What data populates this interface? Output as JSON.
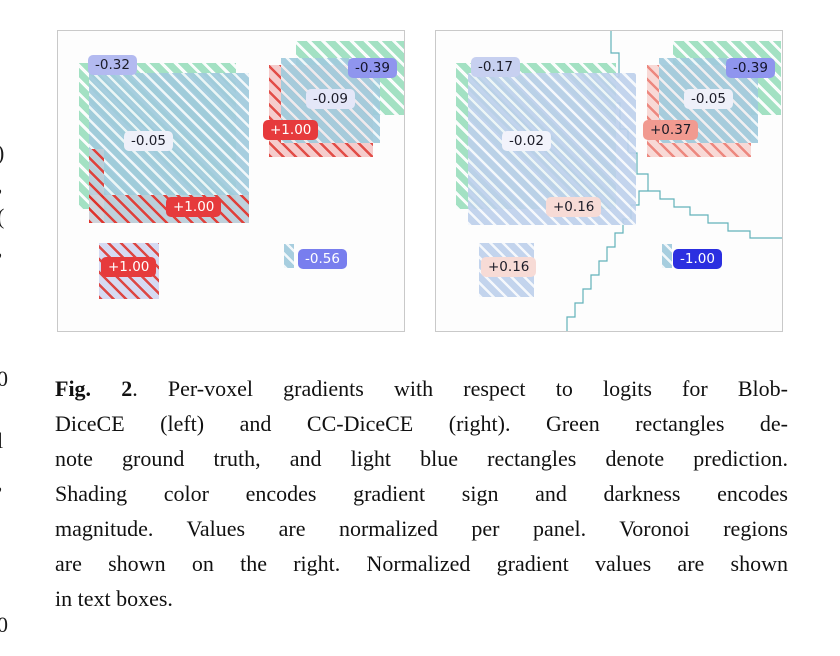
{
  "caption": {
    "label": "Fig. 2",
    "lines": [
      ".  Per-voxel gradients with respect to logits for Blob-",
      "DiceCE (left) and CC-DiceCE (right). Green rectangles de-",
      "note ground truth, and light blue rectangles denote prediction.",
      "Shading color encodes gradient sign and darkness encodes",
      "magnitude. Values are normalized per panel. Voronoi regions",
      "are shown on the right. Normalized gradient values are shown",
      "in text boxes."
    ]
  },
  "panels": {
    "left": {
      "labels": [
        {
          "text": "-0.32",
          "bg": "#b3baf0",
          "fg": "#1c1c28"
        },
        {
          "text": "-0.05",
          "bg": "#eef0f9",
          "fg": "#1c1c28"
        },
        {
          "text": "+1.00",
          "bg": "#e63a3c",
          "fg": "#ffffff"
        },
        {
          "text": "-0.39",
          "bg": "#8f95ee",
          "fg": "#14142a"
        },
        {
          "text": "-0.09",
          "bg": "#e4e7f8",
          "fg": "#1c1c28"
        },
        {
          "text": "+1.00",
          "bg": "#e63a3c",
          "fg": "#ffffff"
        },
        {
          "text": "+1.00",
          "bg": "#e63a3c",
          "fg": "#ffffff"
        },
        {
          "text": "-0.56",
          "bg": "#787eee",
          "fg": "#ffffff"
        }
      ]
    },
    "right": {
      "labels": [
        {
          "text": "-0.17",
          "bg": "#c7d0f0",
          "fg": "#1c1c28"
        },
        {
          "text": "-0.02",
          "bg": "#f2f3fb",
          "fg": "#1c1c28"
        },
        {
          "text": "+0.16",
          "bg": "#f7dbd6",
          "fg": "#1c1c28"
        },
        {
          "text": "-0.39",
          "bg": "#8f95ee",
          "fg": "#14142a"
        },
        {
          "text": "-0.05",
          "bg": "#eef0f9",
          "fg": "#1c1c28"
        },
        {
          "text": "+0.37",
          "bg": "#f19a90",
          "fg": "#1c1c28"
        },
        {
          "text": "+0.16",
          "bg": "#f7dbd6",
          "fg": "#1c1c28"
        },
        {
          "text": "-1.00",
          "bg": "#2b2fe0",
          "fg": "#ffffff"
        }
      ]
    }
  },
  "colors": {
    "ground_truth_green": "#9fe0c0",
    "prediction_blue": "#a0cbdd",
    "prediction_blue_pale": "#bdd0ec",
    "positive_gradient_red": "#de2d26",
    "voronoi_line_teal": "#62b2ba",
    "panel_border": "#c9c9c9"
  },
  "edge_fragments": [
    {
      "text": ")"
    },
    {
      "text": ","
    },
    {
      "text": "("
    },
    {
      "text": ","
    },
    {
      "text": "0"
    },
    {
      "text": "l"
    },
    {
      "text": ","
    },
    {
      "text": "0"
    }
  ]
}
